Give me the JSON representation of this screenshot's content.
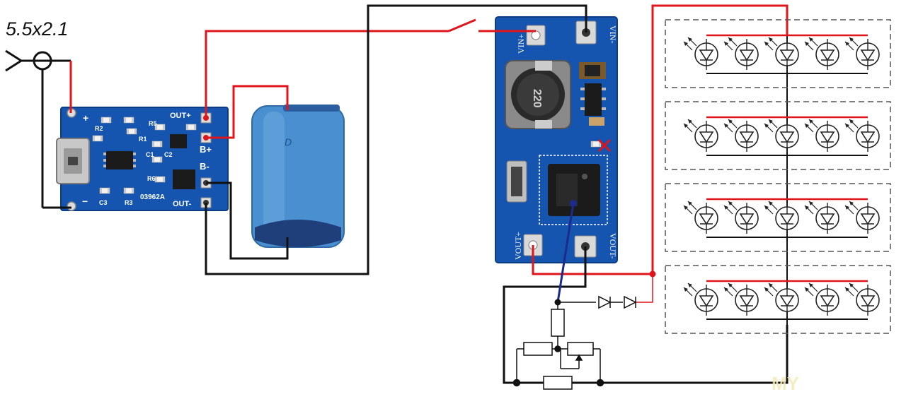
{
  "connector": {
    "label": "5.5x2.1"
  },
  "charger_board": {
    "pads": {
      "out_plus": "OUT+",
      "b_plus": "B+",
      "b_minus": "B-",
      "out_minus": "OUT-",
      "in_plus": "+",
      "in_minus": "−"
    },
    "components": {
      "r2": "R2",
      "r1": "R1",
      "r5": "R5",
      "r6": "R6",
      "r3": "R3",
      "c3": "C3",
      "c1": "C1",
      "c2": "C2",
      "chip": "03962A"
    }
  },
  "battery": {
    "label": "D"
  },
  "boost_board": {
    "pads": {
      "vin_plus": "VIN+",
      "vin_minus": "VIN-",
      "vout_plus": "VOUT+",
      "vout_minus": "VOUT-"
    },
    "inductor": "220"
  },
  "watermark": {
    "text": "MY"
  },
  "colors": {
    "wire_positive": "#e0141b",
    "wire_negative": "#111111",
    "wire_signal": "#1b2a8c",
    "pcb_blue": "#1555b0",
    "battery_blue": "#3f86c8",
    "led_strip": "#e0141b"
  },
  "led_panel": {
    "rows": 4,
    "leds_per_row": 5
  }
}
